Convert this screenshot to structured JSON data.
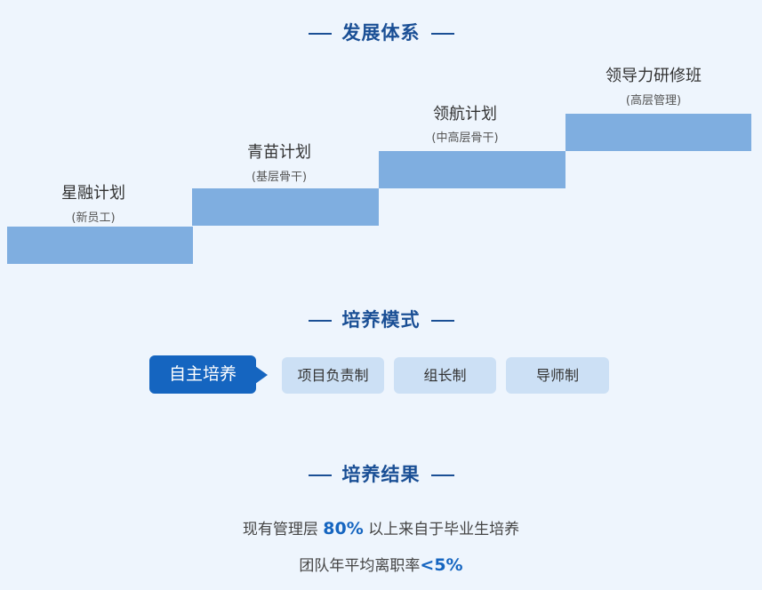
{
  "sections": {
    "development": "发展体系",
    "mode": "培养模式",
    "result": "培养结果"
  },
  "steps": [
    {
      "title": "星融计划",
      "subtitle": "(新员工)"
    },
    {
      "title": "青苗计划",
      "subtitle": "(基层骨干)"
    },
    {
      "title": "领航计划",
      "subtitle": "(中高层骨干)"
    },
    {
      "title": "领导力研修班",
      "subtitle": "(高层管理)"
    }
  ],
  "modes": {
    "active": "自主培养",
    "items": [
      "项目负责制",
      "组长制",
      "导师制"
    ]
  },
  "results": {
    "line1_prefix": "现有管理层",
    "line1_highlight": "80%",
    "line1_suffix": "以上来自于毕业生培养",
    "line2_prefix": "团队年平均离职率",
    "line2_highlight": "<5%"
  },
  "colors": {
    "accent": "#1565c0",
    "step_bar": "#7faee0",
    "mode_bg": "#cce0f5",
    "title": "#1a4f95",
    "background": "#eef5fd"
  }
}
